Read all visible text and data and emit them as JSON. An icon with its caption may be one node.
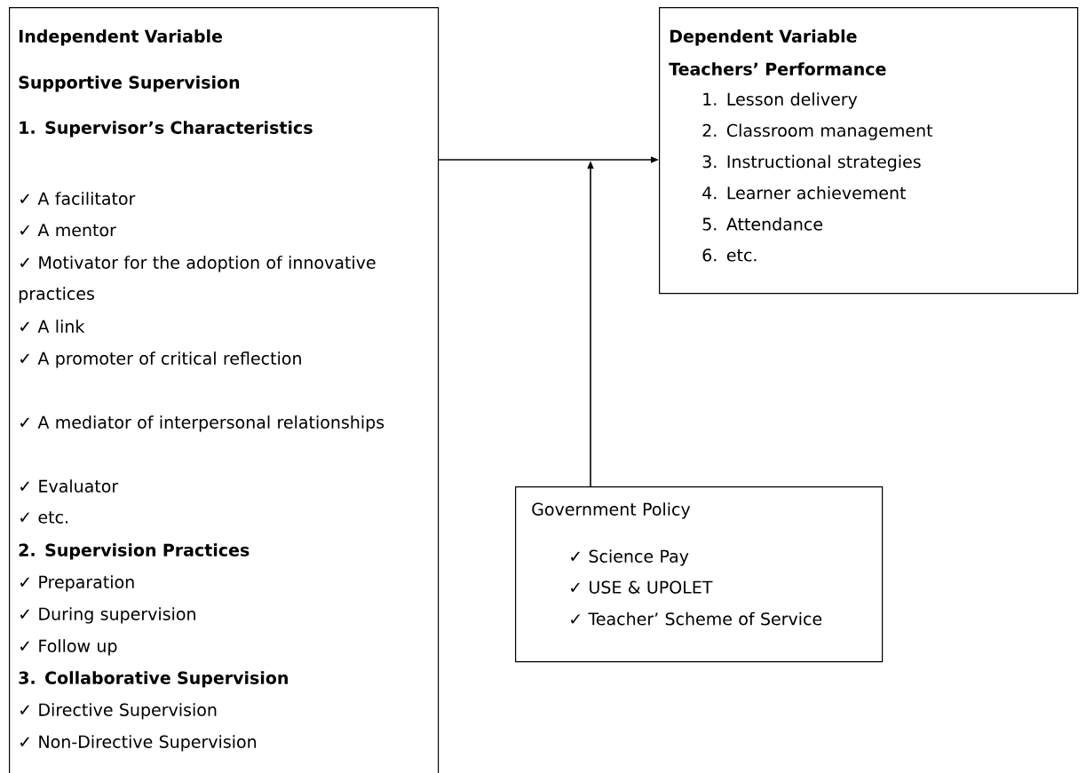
{
  "diagram": {
    "nodes": [
      {
        "text": [
          "Independent Variable",
          "Supportive Supervision",
          "1. Supervisor’s Characteristics",
          "✓ A facilitator",
          "✓ A mentor",
          "✓ Motivator  for the adoption of innovative practices",
          "✓ A link",
          "✓ A promoter of critical reflection",
          "✓ A mediator of interpersonal relationships",
          "✓ Evaluator",
          "✓ etc.",
          "2. Supervision Practices",
          "✓ Preparation",
          "✓ During supervision",
          "✓ Follow up",
          "3. Collaborative Supervision",
          "✓ Directive Supervision",
          "✓ Non-Directive Supervision"
        ]
      },
      {
        "text": [
          "Dependent Variable",
          "Teachers’ Performance",
          "1. Lesson delivery",
          "2. Classroom management",
          "3. Instructional strategies",
          "4. Learner achievement",
          "5. Attendance",
          "6. etc."
        ]
      },
      {
        "text": [
          "Government Policy",
          "✓ Science Pay",
          "✓ USE & UPOLET",
          "✓ Teacher’ Scheme of Service"
        ]
      }
    ],
    "edges": [
      {
        "from": 0,
        "to": 1,
        "arrow": "to"
      },
      {
        "from": 2,
        "to": null,
        "arrow": "to"
      }
    ]
  }
}
